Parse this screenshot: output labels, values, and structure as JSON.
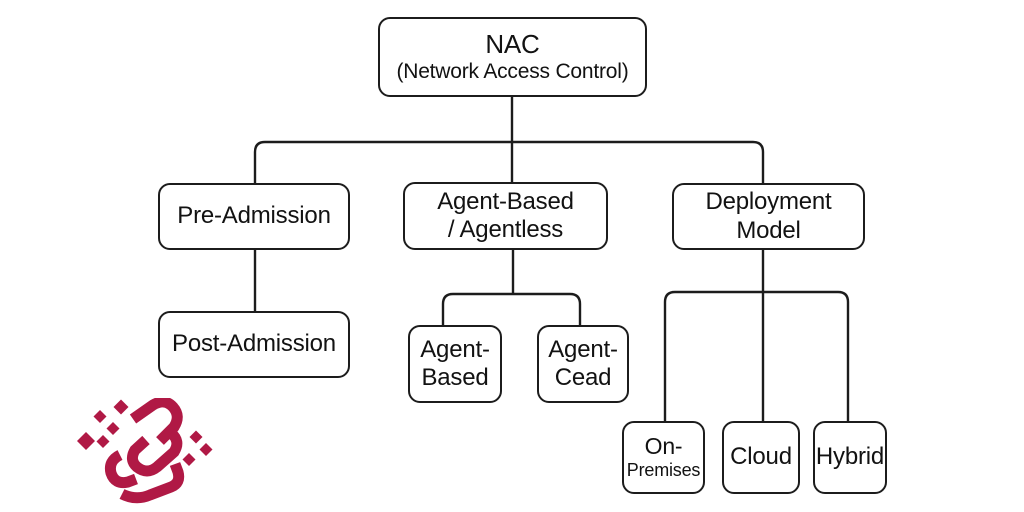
{
  "diagram": {
    "nodes": {
      "nac": {
        "line1": "NAC",
        "line2": "(Network Access Control)"
      },
      "pre_admission": {
        "label": "Pre-Admission"
      },
      "agent_mode": {
        "line1": "Agent-Based",
        "line2": "/ Agentless"
      },
      "deployment_model": {
        "line1": "Deployment",
        "line2": "Model"
      },
      "post_admission": {
        "label": "Post-Admission"
      },
      "agent_based": {
        "line1": "Agent-",
        "line2": "Based"
      },
      "agent_cead": {
        "line1": "Agent-",
        "line2": "Cead"
      },
      "on_premises": {
        "line1": "On-",
        "line2": "Premises"
      },
      "cloud": {
        "label": "Cloud"
      },
      "hybrid": {
        "label": "Hybrid"
      }
    },
    "edges": [
      "nac -> pre_admission",
      "nac -> agent_mode",
      "nac -> deployment_model",
      "pre_admission -> post_admission",
      "agent_mode -> agent_based",
      "agent_mode -> agent_cead",
      "deployment_model -> on_premises",
      "deployment_model -> cloud",
      "deployment_model -> hybrid"
    ],
    "colors": {
      "background": "#ffffff",
      "box_fill": "#ffffff",
      "line": "#1c1c1c",
      "text": "#121212",
      "logo": "#b01945"
    }
  }
}
